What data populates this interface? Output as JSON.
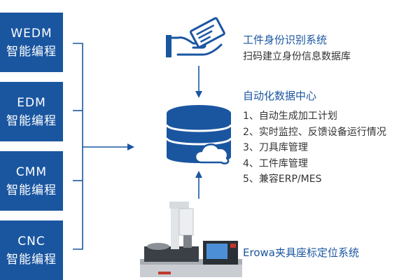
{
  "left_boxes": [
    {
      "line1": "WEDM",
      "line2": "智能编程"
    },
    {
      "line1": "EDM",
      "line2": "智能编程"
    },
    {
      "line1": "CMM",
      "line2": "智能编程"
    },
    {
      "line1": "CNC",
      "line2": "智能编程"
    }
  ],
  "identity": {
    "title": "工件身份识别系统",
    "subtitle": "扫码建立身份信息数据库",
    "icon": "hand-card-icon"
  },
  "center": {
    "title": "自动化数据中心",
    "icon": "database-cloud-icon",
    "items": [
      "1、自动生成加工计划",
      "2、实时监控、反馈设备运行情况",
      "3、刀具库管理",
      "4、工件库管理",
      "5、兼容ERP/MES"
    ]
  },
  "erowa": {
    "label": "Erowa夹具座标定位系统",
    "image": "presetter-machine-image"
  },
  "colors": {
    "primary": "#1a56a0",
    "text": "#333333"
  }
}
